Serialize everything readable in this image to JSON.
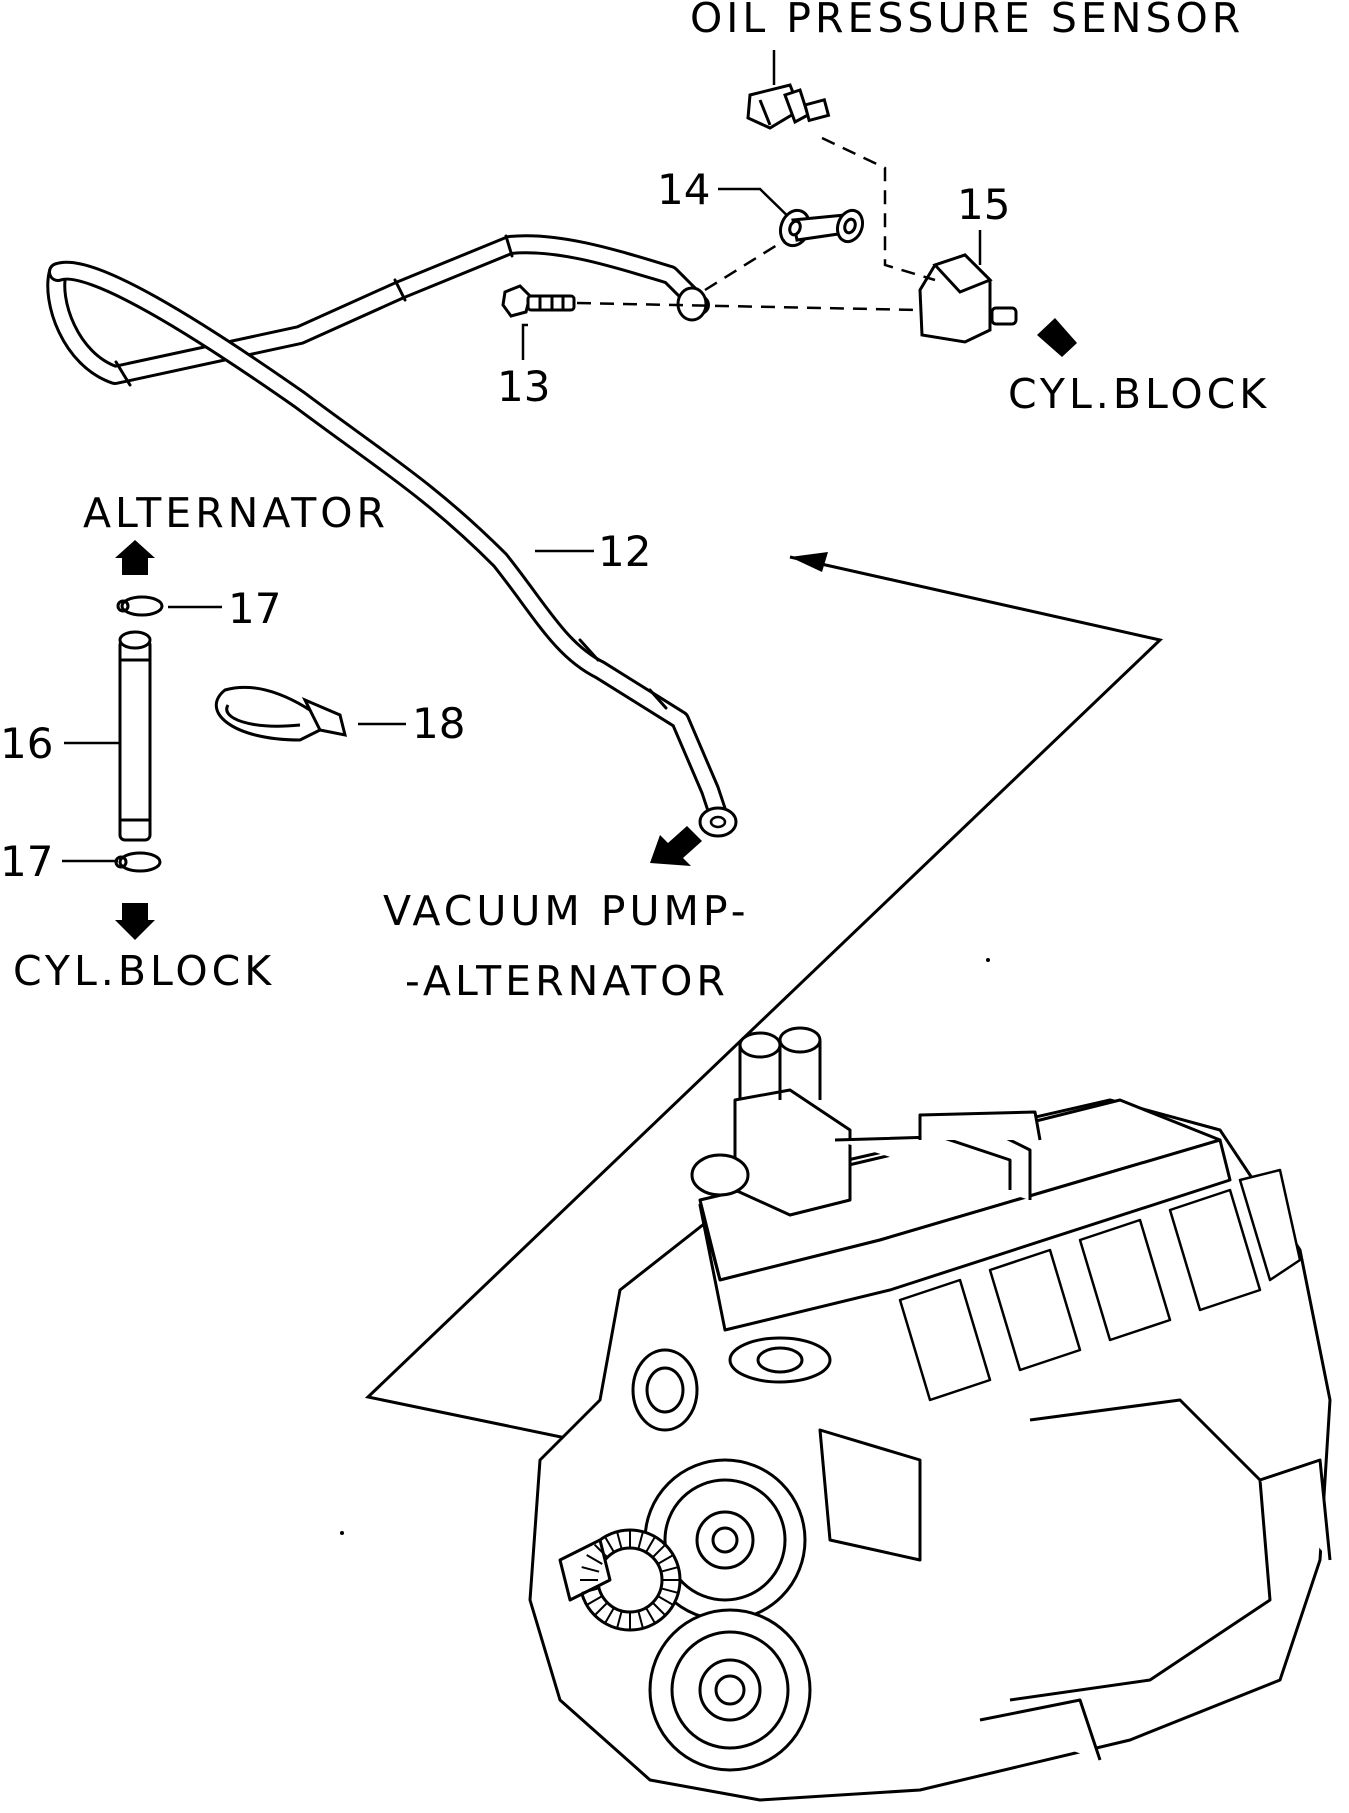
{
  "labels": {
    "oil_pressure_sensor": "OIL PRESSURE SENSOR",
    "cyl_block_right": "CYL.BLOCK",
    "alternator_top": "ALTERNATOR",
    "vacuum_pump_line1": "VACUUM PUMP-",
    "vacuum_pump_line2": "-ALTERNATOR",
    "cyl_block_left": "CYL.BLOCK"
  },
  "callouts": {
    "c12": "12",
    "c13": "13",
    "c14": "14",
    "c15": "15",
    "c16": "16",
    "c17_top": "17",
    "c17_bottom": "17",
    "c18": "18"
  }
}
